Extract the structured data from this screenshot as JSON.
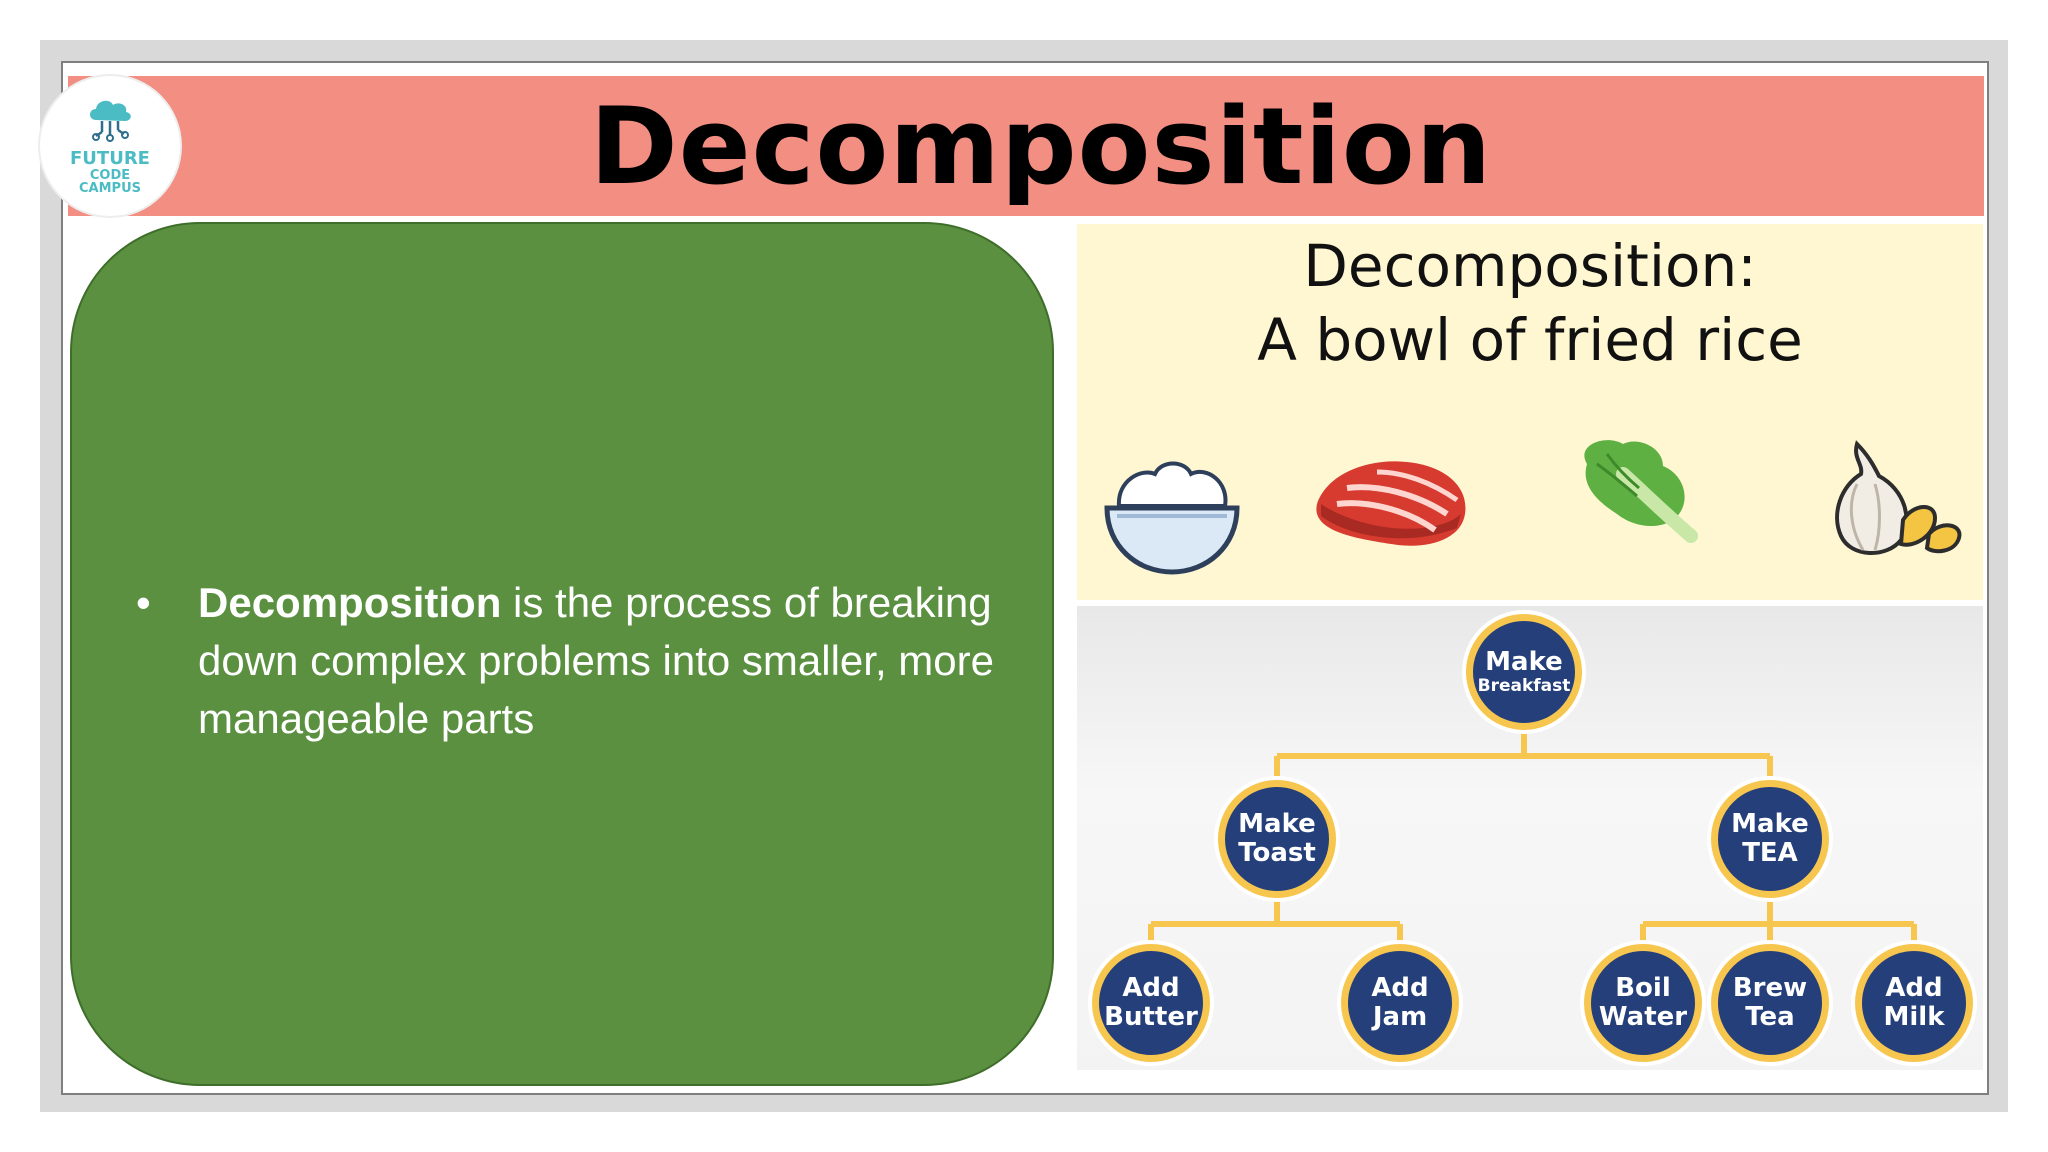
{
  "slide": {
    "title": "Decomposition",
    "logo": {
      "line1": "FUTURE",
      "line2": "CODE",
      "line3": "CAMPUS",
      "icon": "cloud-circuit-icon",
      "color": "#4cbcc4"
    },
    "bullet": {
      "bold": "Decomposition",
      "rest": " is the process of breaking down complex problems into smaller, more manageable parts"
    },
    "rice_image": {
      "title_line1": "Decomposition:",
      "title_line2": "A bowl of fried rice",
      "ingredients": [
        "rice-bowl-icon",
        "meat-slice-icon",
        "lettuce-icon",
        "garlic-icon"
      ]
    },
    "tree": {
      "root": {
        "line1": "Make",
        "line2": "Breakfast"
      },
      "toast": {
        "line1": "Make",
        "line2": "Toast"
      },
      "tea": {
        "line1": "Make",
        "line2": "TEA"
      },
      "butter": {
        "line1": "Add",
        "line2": "Butter"
      },
      "jam": {
        "line1": "Add",
        "line2": "Jam"
      },
      "boil": {
        "line1": "Boil",
        "line2": "Water"
      },
      "brew": {
        "line1": "Brew",
        "line2": "Tea"
      },
      "milk": {
        "line1": "Add",
        "line2": "Milk"
      }
    },
    "colors": {
      "title_bar": "#f28e82",
      "panel_green": "#5a9040",
      "node_fill": "#243f7a",
      "node_ring": "#f7c64f",
      "rice_bg": "#fff7d2"
    }
  }
}
